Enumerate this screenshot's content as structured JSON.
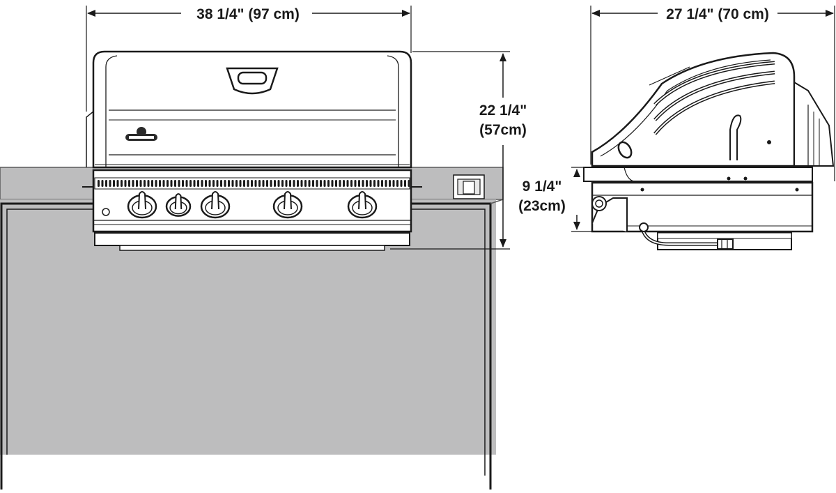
{
  "front_view": {
    "width_dim": "38 1/4\" (97 cm)",
    "height_dim_line1": "22 1/4\"",
    "height_dim_line2": "(57cm)"
  },
  "side_view": {
    "depth_dim": "27 1/4\" (70 cm)",
    "base_dim_line1": "9 1/4\"",
    "base_dim_line2": "(23cm)"
  },
  "colors": {
    "line": "#1a1a1a",
    "counter": "#bdbdbe",
    "counter_edge": "#5a5a5a",
    "steel": "#ffffff"
  }
}
